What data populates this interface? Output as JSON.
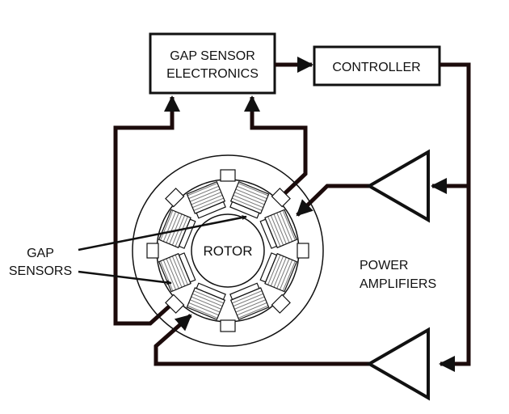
{
  "blocks": {
    "gap_sensor_line1": "GAP SENSOR",
    "gap_sensor_line2": "ELECTRONICS",
    "controller": "CONTROLLER",
    "rotor": "ROTOR"
  },
  "labels": {
    "gap_sensors_line1": "GAP",
    "gap_sensors_line2": "SENSORS",
    "power_amplifiers_line1": "POWER",
    "power_amplifiers_line2": "AMPLIFIERS"
  },
  "colors": {
    "wire": "#1c0b0b",
    "outline": "#111111"
  }
}
